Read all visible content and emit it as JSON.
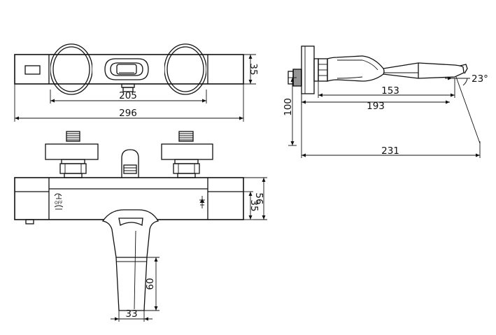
{
  "dimensions": {
    "top_height": "35",
    "top_inner_width": "205",
    "top_total_width": "296",
    "side_spout_153": "153",
    "side_193": "193",
    "side_height_100": "100",
    "side_231": "231",
    "side_angle": "23°",
    "front_body_height": "35",
    "front_total_height": "56",
    "spout_length": "60",
    "spout_width": "33"
  },
  "labels": {
    "off": "OFF"
  }
}
